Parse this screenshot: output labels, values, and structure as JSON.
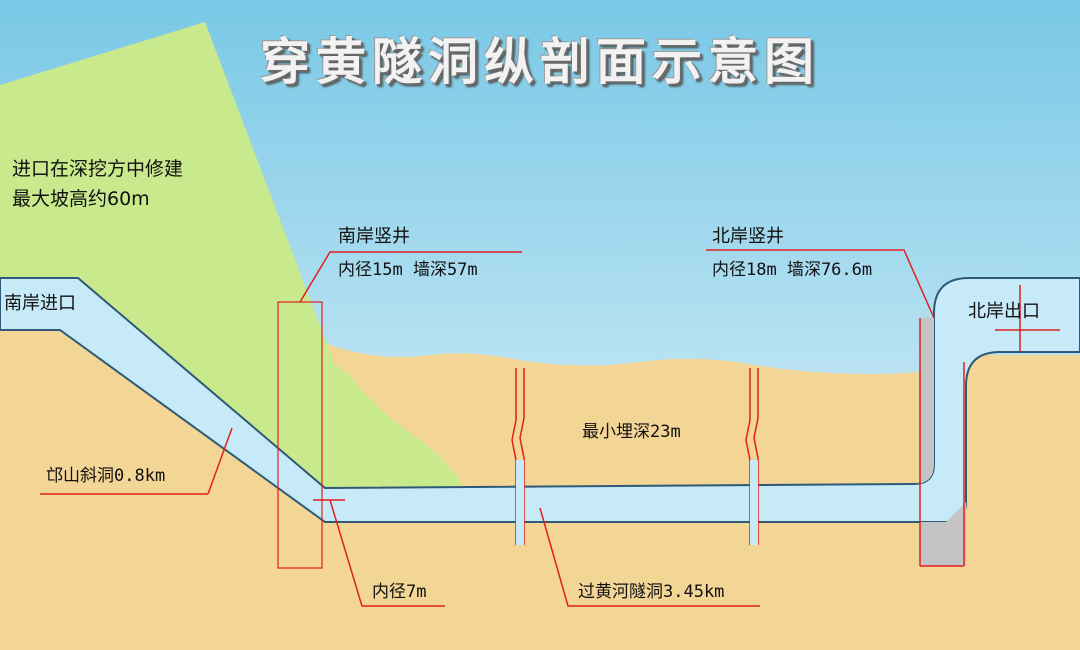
{
  "title": "穿黄隧洞纵剖面示意图",
  "labels": {
    "entrance_note_line1": "进口在深挖方中修建",
    "entrance_note_line2": "最大坡高约60m",
    "south_shaft_name": "南岸竖井",
    "south_shaft_spec": "内径15m 墙深57m",
    "north_shaft_name": "北岸竖井",
    "north_shaft_spec": "内径18m 墙深76.6m",
    "south_entrance": "南岸进口",
    "north_exit": "北岸出口",
    "min_cover": "最小埋深23m",
    "inclined_tunnel": "邙山斜洞0.8km",
    "inner_diameter": "内径7m",
    "river_tunnel": "过黄河隧洞3.45km"
  },
  "colors": {
    "sky_top": "#79c8e6",
    "sky_bottom": "#e9f6fb",
    "ground": "#f3d596",
    "slope": "#c9e98d",
    "tunnel": "#c6eaf7",
    "tunnel_stroke": "#2e5a78",
    "leader": "#e02020",
    "shaft_lining": "#c4c4c4"
  }
}
